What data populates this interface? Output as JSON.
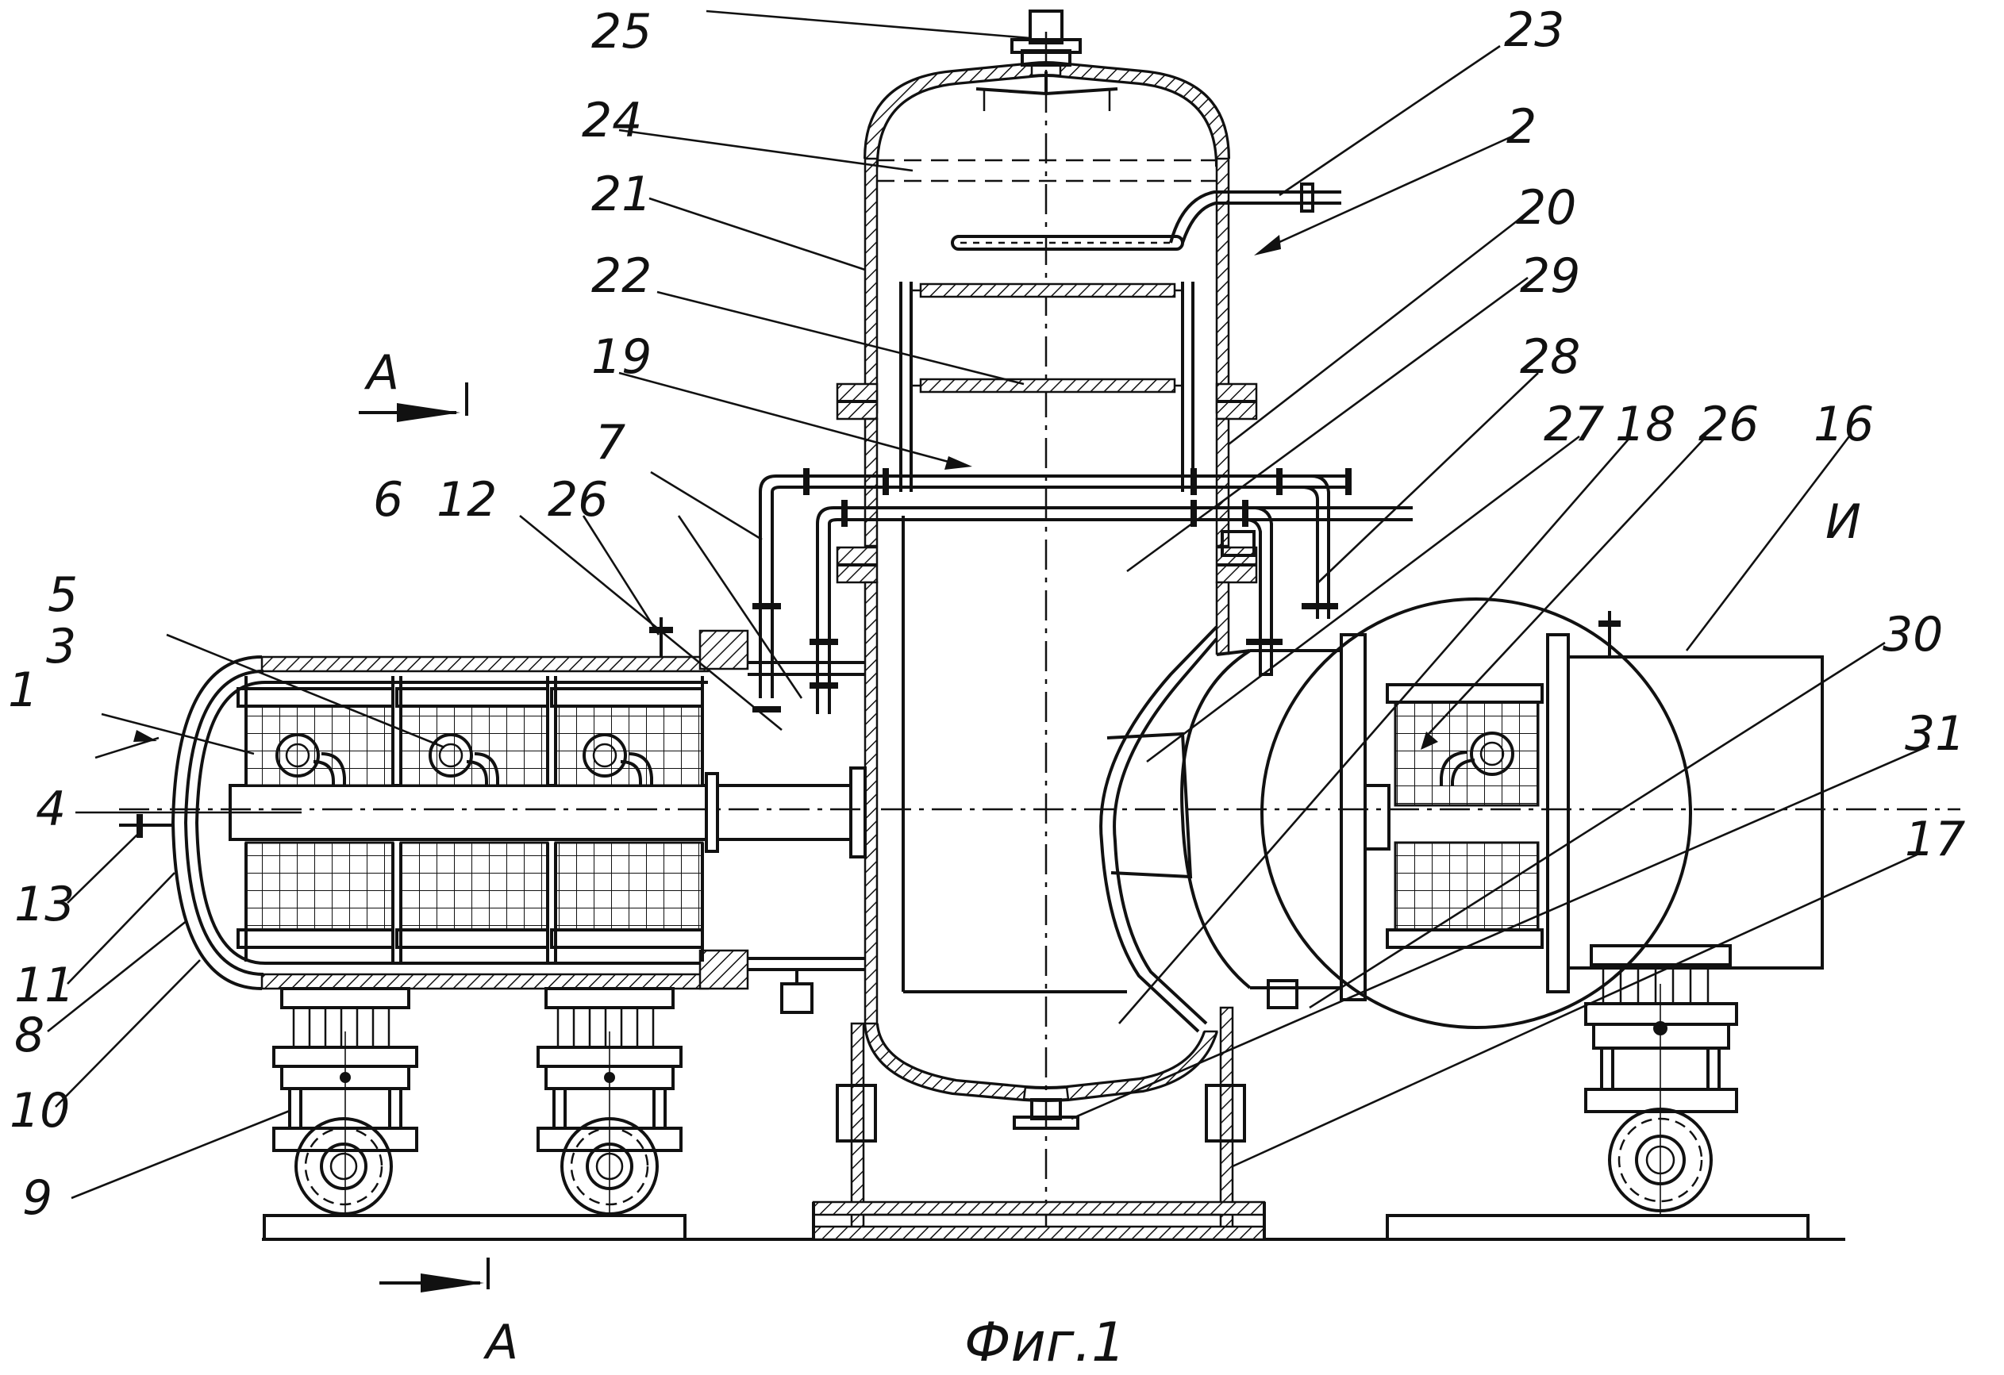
{
  "figure": {
    "caption": "Фиг.1",
    "section_label": "A",
    "detail_label": "И"
  },
  "labels": [
    {
      "id": "1",
      "text": "1"
    },
    {
      "id": "2",
      "text": "2"
    },
    {
      "id": "3",
      "text": "3"
    },
    {
      "id": "4",
      "text": "4"
    },
    {
      "id": "5",
      "text": "5"
    },
    {
      "id": "6",
      "text": "6"
    },
    {
      "id": "7",
      "text": "7"
    },
    {
      "id": "8",
      "text": "8"
    },
    {
      "id": "9",
      "text": "9"
    },
    {
      "id": "10",
      "text": "10"
    },
    {
      "id": "11",
      "text": "11"
    },
    {
      "id": "12",
      "text": "12"
    },
    {
      "id": "13",
      "text": "13"
    },
    {
      "id": "16",
      "text": "16"
    },
    {
      "id": "17",
      "text": "17"
    },
    {
      "id": "18",
      "text": "18"
    },
    {
      "id": "19",
      "text": "19"
    },
    {
      "id": "20",
      "text": "20"
    },
    {
      "id": "21",
      "text": "21"
    },
    {
      "id": "22",
      "text": "22"
    },
    {
      "id": "23",
      "text": "23"
    },
    {
      "id": "24",
      "text": "24"
    },
    {
      "id": "25",
      "text": "25"
    },
    {
      "id": "26a",
      "text": "26"
    },
    {
      "id": "26b",
      "text": "26"
    },
    {
      "id": "27",
      "text": "27"
    },
    {
      "id": "28",
      "text": "28"
    },
    {
      "id": "29",
      "text": "29"
    },
    {
      "id": "30",
      "text": "30"
    },
    {
      "id": "31",
      "text": "31"
    }
  ]
}
